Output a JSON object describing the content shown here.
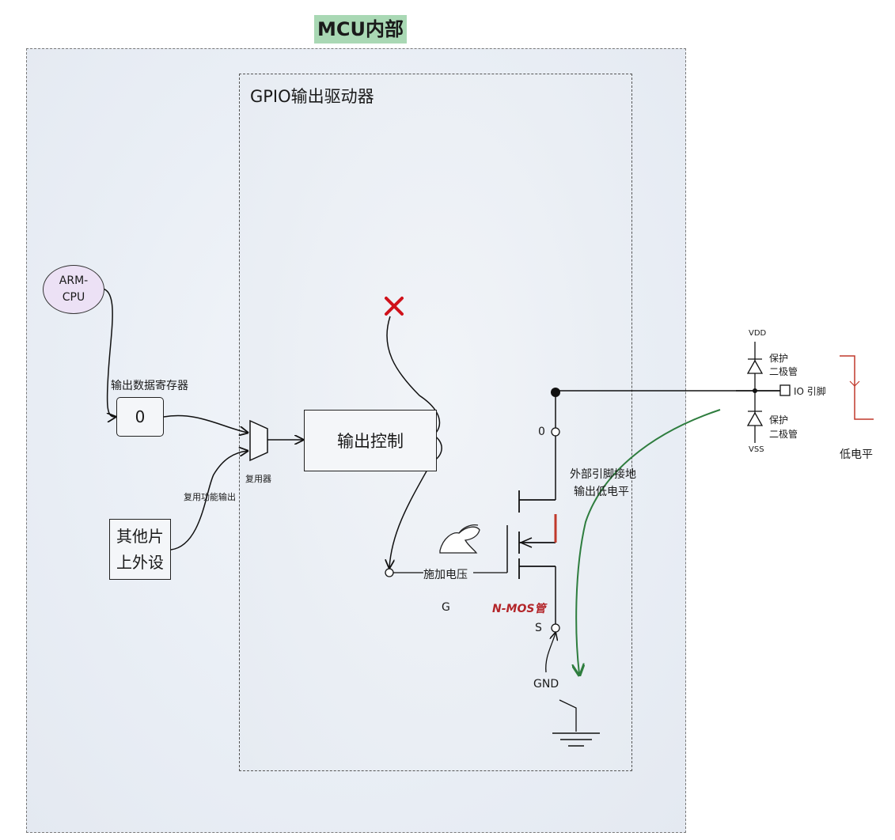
{
  "title": "MCU内部",
  "gpio_title": "GPIO输出驱动器",
  "cpu": {
    "line1": "ARM-",
    "line2": "CPU"
  },
  "register": {
    "label": "输出数据寄存器",
    "value": "0"
  },
  "mux_label": "复用器",
  "alt_func_label": "复用功能输出",
  "peripheral": {
    "line1": "其他片",
    "line2": "上外设"
  },
  "output_control": "输出控制",
  "nmos": {
    "gate_label": "施加电压",
    "g": "G",
    "label": "N-MOS管",
    "drain": "0",
    "source": "S",
    "gnd": "GND"
  },
  "annotation": {
    "line1": "外部引脚接地",
    "line2": "输出低电平"
  },
  "protection": {
    "vdd": "VDD",
    "vss": "VSS",
    "diode_top": [
      "保护",
      "二极管"
    ],
    "diode_bottom": [
      "保护",
      "二极管"
    ],
    "pin_label": "IO 引脚"
  },
  "low_level_label": "低电平",
  "colors": {
    "title_bg": "#a9d8b4",
    "cpu_fill": "#ece1f5",
    "cross_red": "#d0121b",
    "green_arrow": "#2e7d3e",
    "nmos_label": "#b3262a",
    "waveform": "#c0392b"
  }
}
